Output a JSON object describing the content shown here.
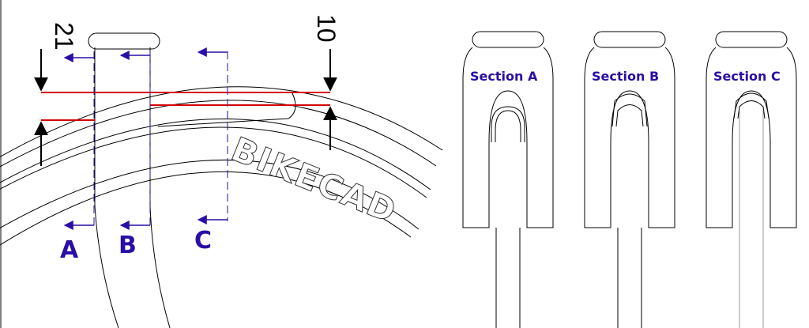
{
  "dimensions": {
    "left_value": "21",
    "right_value": "10"
  },
  "brand_text": "BIKECAD",
  "cut_labels": [
    "A",
    "B",
    "C"
  ],
  "section_titles": [
    "Section A",
    "Section B",
    "Section C"
  ],
  "colors": {
    "annotation": "#2a0ea6",
    "dimension_line": "#d40000",
    "outline": "#000000"
  }
}
